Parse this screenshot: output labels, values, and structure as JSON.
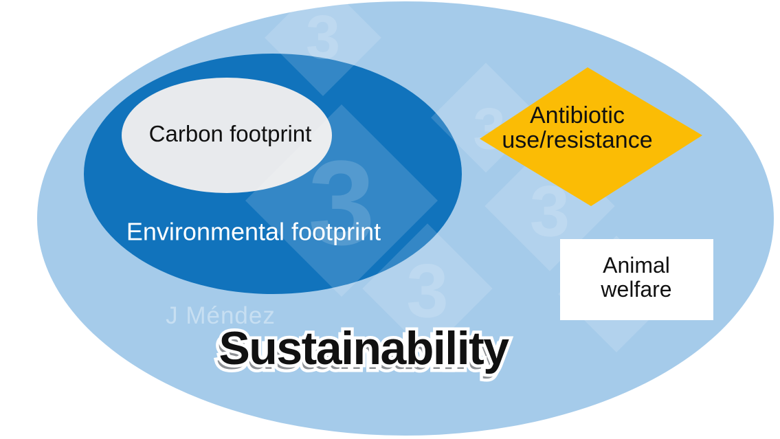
{
  "diagram": {
    "title": "Sustainability",
    "labels": {
      "carbon": "Carbon footprint",
      "environmental": "Environmental footprint",
      "antibiotic_line1": "Antibiotic",
      "antibiotic_line2": "use/resistance",
      "animal_line1": "Animal",
      "animal_line2": "welfare",
      "sustainability": "Sustainability"
    },
    "watermark": {
      "digit": "3",
      "author": "J Méndez"
    },
    "colors": {
      "outer_ellipse": "#A5CBEA",
      "environmental_ellipse": "#1173BC",
      "carbon_ellipse": "#E8EAED",
      "antibiotic_diamond": "#FBBC05",
      "animal_box": "#FFFFFF",
      "watermark": "#FFFFFF",
      "text_dark": "#111111",
      "text_light": "#FFFFFF"
    }
  }
}
